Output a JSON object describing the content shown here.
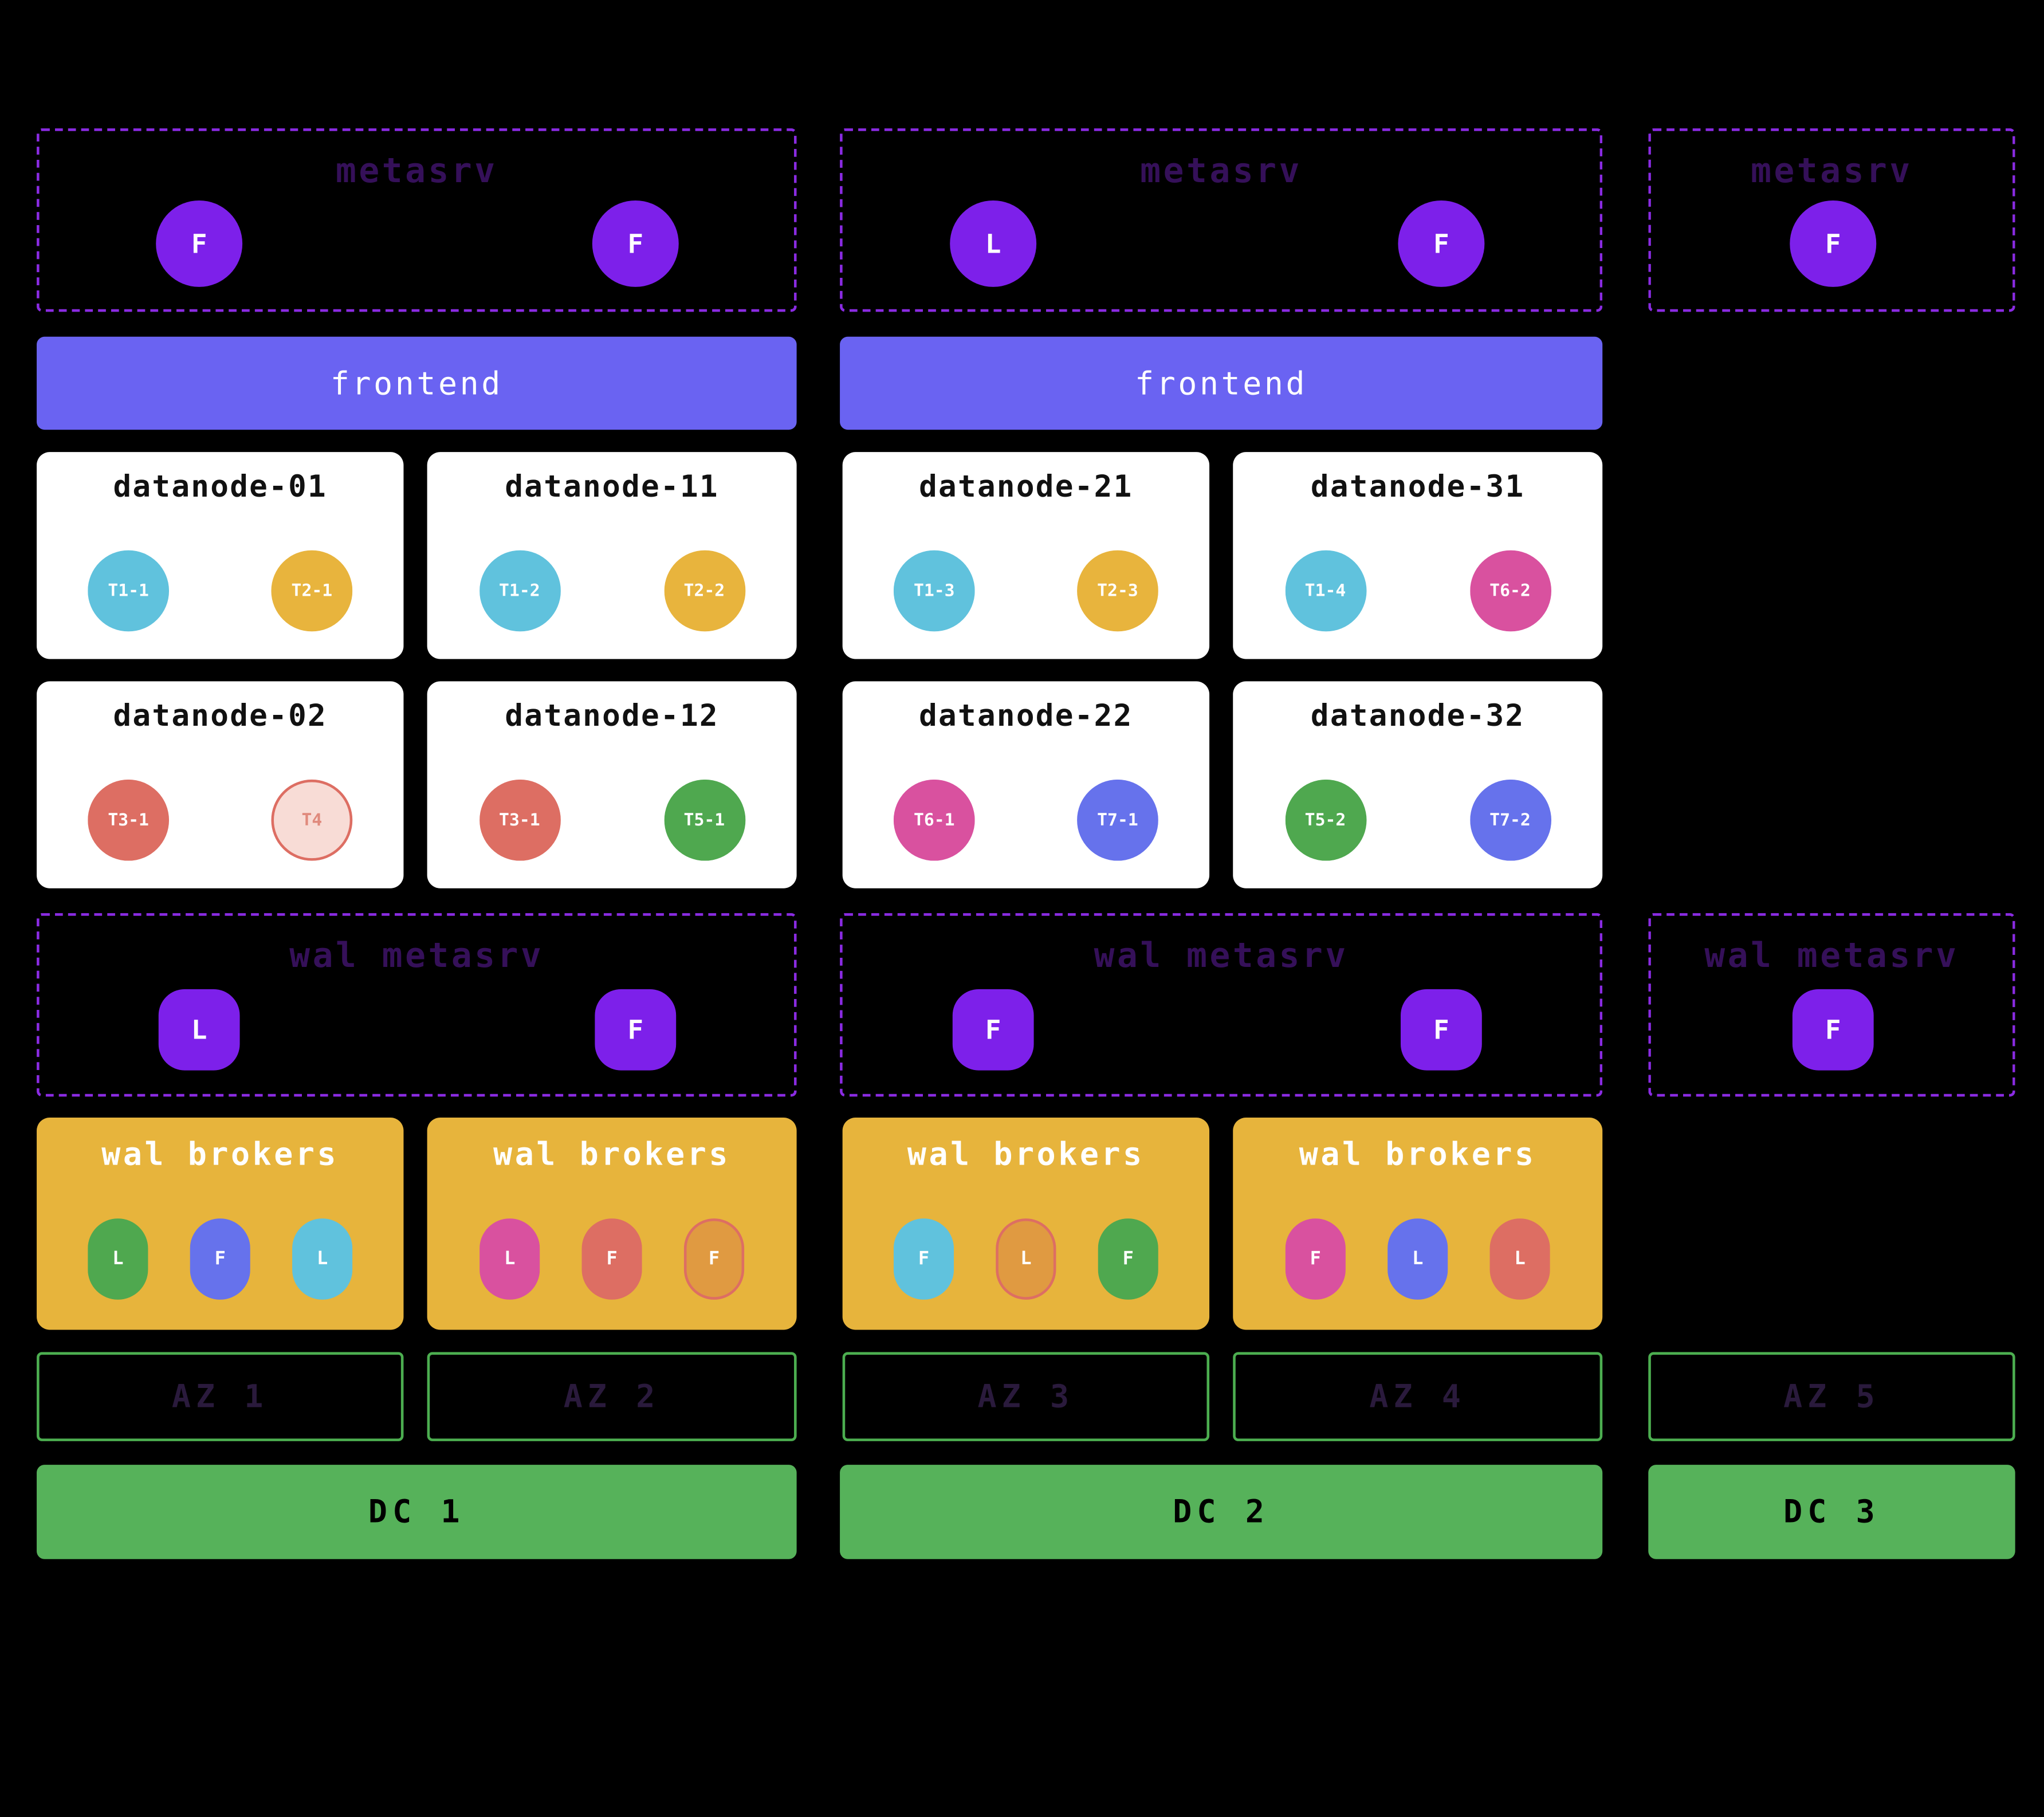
{
  "colors": {
    "background": "#000000",
    "purple_node": "#7d20ea",
    "dashed_border": "#8a2be2",
    "metasrv_label": "#351059",
    "frontend_bg": "#6a63f2",
    "datanode_bg": "#ffffff",
    "datanode_title": "#111111",
    "broker_bg": "#e7b43c",
    "az_border": "#4cae50",
    "az_label": "#2a1a3c",
    "dc_bg": "#56b25a",
    "cyan": "#60c2dd",
    "amber": "#e8b43d",
    "magenta": "#d9519f",
    "salmon": "#dd6e63",
    "green": "#4fa84f",
    "indigo": "#6672ec",
    "orange": "#e09a41",
    "pale_pink": "#f8dcd6"
  },
  "dc1": {
    "metasrv": {
      "label": "metasrv",
      "nodes": [
        {
          "letter": "F"
        },
        {
          "letter": "F"
        }
      ]
    },
    "frontend_label": "frontend",
    "datanodes": [
      {
        "title": "datanode-01",
        "regions": [
          {
            "label": "T1-1",
            "bg": "#60c2dd"
          },
          {
            "label": "T2-1",
            "bg": "#e8b43d"
          }
        ]
      },
      {
        "title": "datanode-11",
        "regions": [
          {
            "label": "T1-2",
            "bg": "#60c2dd"
          },
          {
            "label": "T2-2",
            "bg": "#e8b43d"
          }
        ]
      },
      {
        "title": "datanode-02",
        "regions": [
          {
            "label": "T3-1",
            "bg": "#dd6e63"
          },
          {
            "label": "T4",
            "bg": "#f8dcd6",
            "fg": "#e08a7d",
            "border": "#dd6e63"
          }
        ]
      },
      {
        "title": "datanode-12",
        "regions": [
          {
            "label": "T3-1",
            "bg": "#dd6e63"
          },
          {
            "label": "T5-1",
            "bg": "#4fa84f"
          }
        ]
      }
    ],
    "wal_metasrv": {
      "label": "wal metasrv",
      "nodes": [
        {
          "letter": "L"
        },
        {
          "letter": "F"
        }
      ]
    },
    "wal_brokers": [
      {
        "label": "wal brokers",
        "nodes": [
          {
            "letter": "L",
            "bg": "#4fa84f"
          },
          {
            "letter": "F",
            "bg": "#6672ec"
          },
          {
            "letter": "L",
            "bg": "#60c2dd"
          }
        ]
      },
      {
        "label": "wal brokers",
        "nodes": [
          {
            "letter": "L",
            "bg": "#d9519f"
          },
          {
            "letter": "F",
            "bg": "#dd6e63"
          },
          {
            "letter": "F",
            "bg": "#e09a41",
            "border": "#dd6e63"
          }
        ]
      }
    ],
    "azs": [
      {
        "label": "AZ 1"
      },
      {
        "label": "AZ 2"
      }
    ],
    "dc_label": "DC 1"
  },
  "dc2": {
    "metasrv": {
      "label": "metasrv",
      "nodes": [
        {
          "letter": "L"
        },
        {
          "letter": "F"
        }
      ]
    },
    "frontend_label": "frontend",
    "datanodes": [
      {
        "title": "datanode-21",
        "regions": [
          {
            "label": "T1-3",
            "bg": "#60c2dd"
          },
          {
            "label": "T2-3",
            "bg": "#e8b43d"
          }
        ]
      },
      {
        "title": "datanode-31",
        "regions": [
          {
            "label": "T1-4",
            "bg": "#60c2dd"
          },
          {
            "label": "T6-2",
            "bg": "#d9519f"
          }
        ]
      },
      {
        "title": "datanode-22",
        "regions": [
          {
            "label": "T6-1",
            "bg": "#d9519f"
          },
          {
            "label": "T7-1",
            "bg": "#6672ec"
          }
        ]
      },
      {
        "title": "datanode-32",
        "regions": [
          {
            "label": "T5-2",
            "bg": "#4fa84f"
          },
          {
            "label": "T7-2",
            "bg": "#6672ec"
          }
        ]
      }
    ],
    "wal_metasrv": {
      "label": "wal metasrv",
      "nodes": [
        {
          "letter": "F"
        },
        {
          "letter": "F"
        }
      ]
    },
    "wal_brokers": [
      {
        "label": "wal brokers",
        "nodes": [
          {
            "letter": "F",
            "bg": "#60c2dd"
          },
          {
            "letter": "L",
            "bg": "#e09a41",
            "border": "#dd6e63"
          },
          {
            "letter": "F",
            "bg": "#4fa84f"
          }
        ]
      },
      {
        "label": "wal brokers",
        "nodes": [
          {
            "letter": "F",
            "bg": "#d9519f"
          },
          {
            "letter": "L",
            "bg": "#6672ec"
          },
          {
            "letter": "L",
            "bg": "#dd6e63"
          }
        ]
      }
    ],
    "azs": [
      {
        "label": "AZ 3"
      },
      {
        "label": "AZ 4"
      }
    ],
    "dc_label": "DC 2"
  },
  "dc3": {
    "metasrv": {
      "label": "metasrv",
      "nodes": [
        {
          "letter": "F"
        }
      ]
    },
    "wal_metasrv": {
      "label": "wal metasrv",
      "nodes": [
        {
          "letter": "F"
        }
      ]
    },
    "azs": [
      {
        "label": "AZ 5"
      }
    ],
    "dc_label": "DC 3"
  }
}
